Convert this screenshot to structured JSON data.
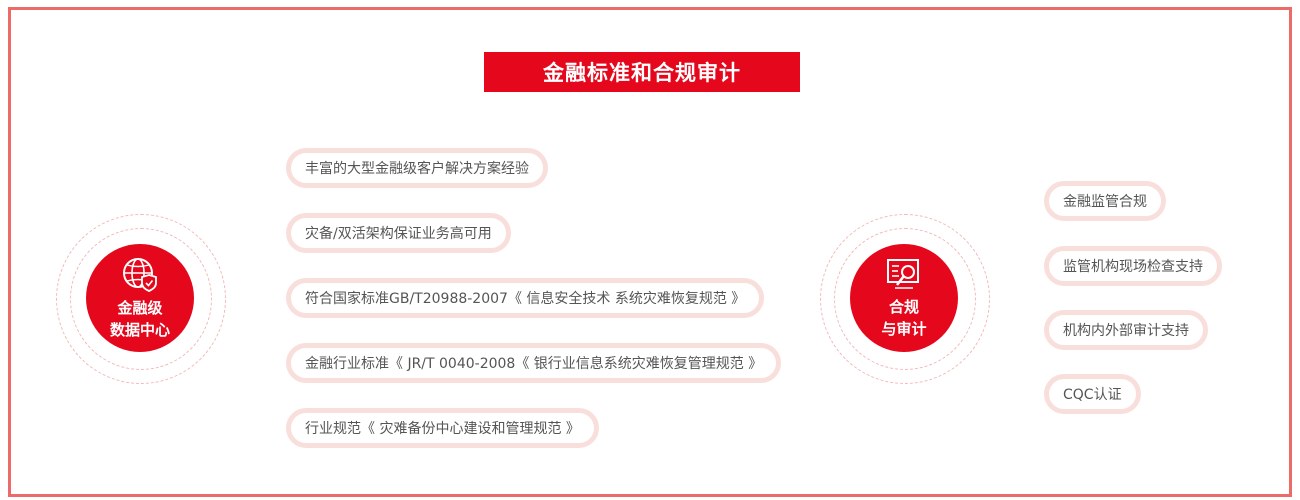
{
  "title": "金融标准和合规审计",
  "left_hub": {
    "line1": "金融级",
    "line2": "数据中心",
    "icon": "globe-shield-icon"
  },
  "left_items": [
    "丰富的大型金融级客户解决方案经验",
    "灾备/双活架构保证业务高可用",
    "符合国家标准GB/T20988-2007《 信息安全技术 系统灾难恢复规范 》",
    "金融行业标准《 JR/T 0040-2008《 银行业信息系统灾难恢复管理规范 》",
    "行业规范《 灾难备份中心建设和管理规范 》"
  ],
  "right_hub": {
    "line1": "合规",
    "line2": "与审计",
    "icon": "audit-magnifier-icon"
  },
  "right_items": [
    "金融监管合规",
    "监管机构现场检查支持",
    "机构内外部审计支持",
    "CQC认证"
  ],
  "colors": {
    "accent": "#e5081c",
    "frame": "#ec6a67",
    "pill_border": "#f9dfdc",
    "ring": "#f3b8b8"
  }
}
